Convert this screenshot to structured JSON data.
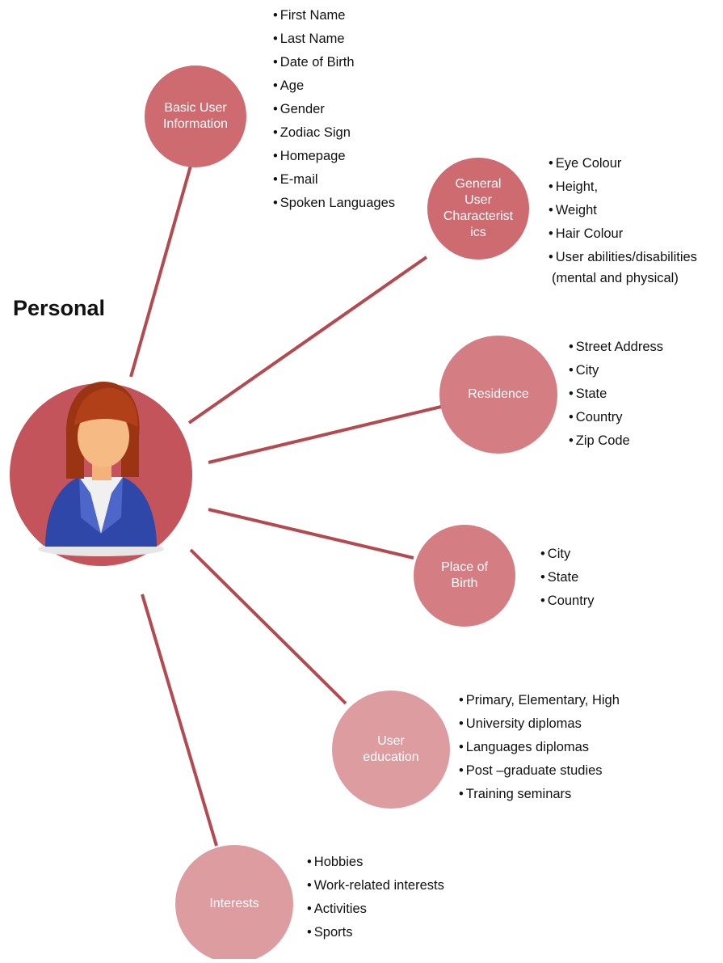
{
  "title": "Personal",
  "colors": {
    "line": "#b34a4f",
    "center_fill": "#c3545b",
    "bubble_dark": "#cd6b70",
    "bubble_mid": "#d47e83",
    "bubble_light": "#dd9da0"
  },
  "center_icon": "user-avatar-icon",
  "nodes": [
    {
      "key": "basic",
      "label": "Basic User\nInformation",
      "items": [
        "First Name",
        "Last Name",
        "Date of Birth",
        "Age",
        "Gender",
        "Zodiac Sign",
        "Homepage",
        "E-mail",
        "Spoken Languages"
      ]
    },
    {
      "key": "general",
      "label": "General\nUser\nCharacterist\nics",
      "items": [
        "Eye Colour",
        "Height,",
        "Weight",
        "Hair Colour",
        "User abilities/disabilities",
        "(mental and physical)"
      ]
    },
    {
      "key": "residence",
      "label": "Residence",
      "items": [
        "Street Address",
        "City",
        "State",
        "Country",
        "Zip Code"
      ]
    },
    {
      "key": "birth",
      "label": "Place of\nBirth",
      "items": [
        "City",
        "State",
        "Country"
      ]
    },
    {
      "key": "education",
      "label": "User\neducation",
      "items": [
        "Primary, Elementary, High",
        "University diplomas",
        "Languages diplomas",
        "Post –graduate studies",
        "Training seminars"
      ]
    },
    {
      "key": "interests",
      "label": "Interests",
      "items": [
        "Hobbies",
        "Work-related interests",
        "Activities",
        "Sports"
      ]
    }
  ]
}
